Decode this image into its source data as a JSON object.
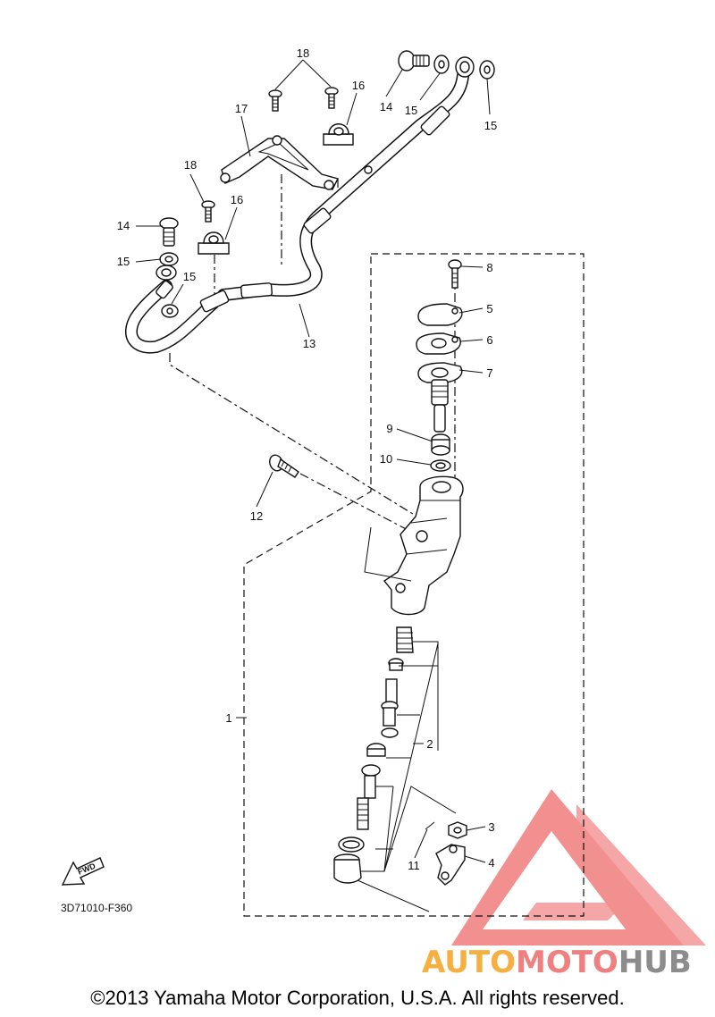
{
  "diagram": {
    "labels": {
      "l1": "1",
      "l2": "2",
      "l3": "3",
      "l4": "4",
      "l5": "5",
      "l6": "6",
      "l7": "7",
      "l8": "8",
      "l9": "9",
      "l10": "10",
      "l11": "11",
      "l12": "12",
      "l13": "13",
      "l14a": "14",
      "l14b": "14",
      "l15a": "15",
      "l15b": "15",
      "l15c": "15",
      "l15d": "15",
      "l16a": "16",
      "l16b": "16",
      "l17": "17",
      "l18a": "18",
      "l18b": "18"
    },
    "fwd_badge": "FWD",
    "diagram_code": "3D71010-F360"
  },
  "watermark": {
    "part1": "AUTO",
    "part2": "MOTO",
    "part3": "HUB",
    "colors": {
      "auto": "#f5b041",
      "moto": "#f08080",
      "hub": "#8c8c8c",
      "triangle": "#ee6a6a"
    }
  },
  "footer": {
    "copyright": "©2013 Yamaha Motor Corporation, U.S.A. All rights reserved."
  }
}
